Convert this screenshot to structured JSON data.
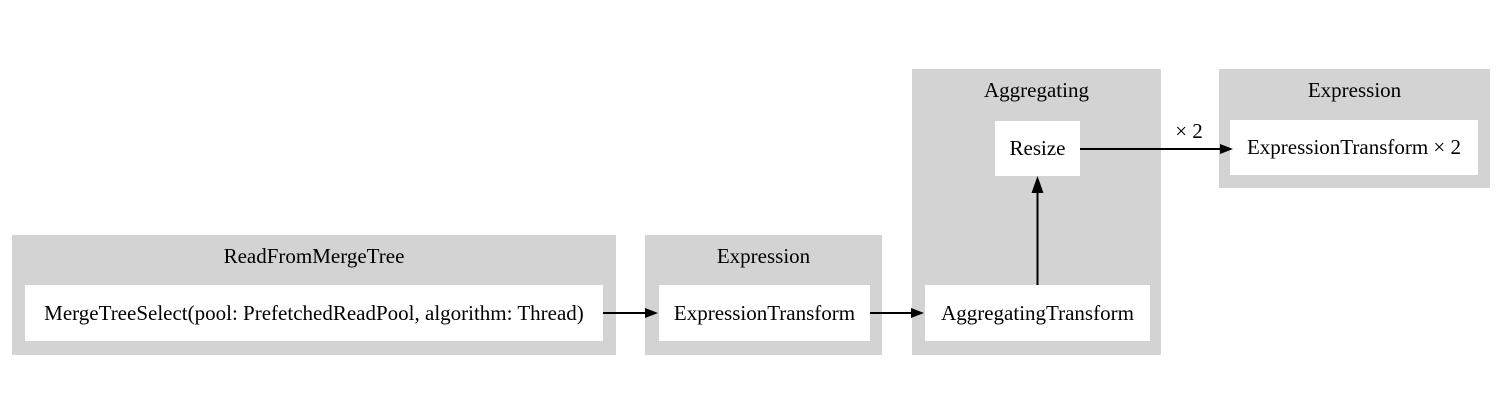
{
  "diagram": {
    "background_color": "#ffffff",
    "cluster_fill_color": "#d3d3d3",
    "node_fill_color": "#ffffff",
    "text_color": "#000000",
    "edge_color": "#000000",
    "clusters": [
      {
        "title": "ReadFromMergeTree",
        "nodes": [
          {
            "label": "MergeTreeSelect(pool: PrefetchedReadPool, algorithm: Thread)"
          }
        ]
      },
      {
        "title": "Expression",
        "nodes": [
          {
            "label": "ExpressionTransform"
          }
        ]
      },
      {
        "title": "Aggregating",
        "nodes": [
          {
            "label": "AggregatingTransform"
          },
          {
            "label": "Resize"
          }
        ]
      },
      {
        "title": "Expression",
        "nodes": [
          {
            "label": "ExpressionTransform × 2"
          }
        ]
      }
    ],
    "edges": [
      {
        "from": "MergeTreeSelect(pool: PrefetchedReadPool, algorithm: Thread)",
        "to": "ExpressionTransform",
        "label": ""
      },
      {
        "from": "ExpressionTransform",
        "to": "AggregatingTransform",
        "label": ""
      },
      {
        "from": "AggregatingTransform",
        "to": "Resize",
        "label": ""
      },
      {
        "from": "Resize",
        "to": "ExpressionTransform × 2",
        "label": "× 2"
      }
    ]
  }
}
